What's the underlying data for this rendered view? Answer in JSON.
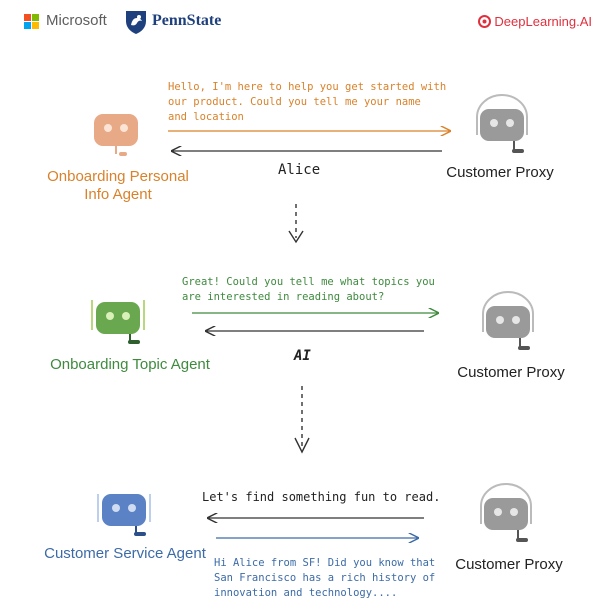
{
  "header": {
    "microsoft_label": "Microsoft",
    "pennstate_label": "PennState",
    "deeplearning_label": "DeepLearning.AI"
  },
  "colors": {
    "orange_agent": "#e8a986",
    "orange_text": "#d9822b",
    "green_agent": "#6aa84f",
    "green_text": "#3f8a3f",
    "blue_agent": "#5b82c4",
    "blue_text": "#3d6ba6",
    "proxy_gray": "#9a9a9a"
  },
  "rows": [
    {
      "agent_label": "Onboarding Personal\nInfo Agent",
      "agent_message": "Hello, I'm here to help you get started with\nour product.  Could you tell me your name\nand location",
      "proxy_label": "Customer Proxy",
      "proxy_reply": "Alice"
    },
    {
      "agent_label": "Onboarding Topic Agent",
      "agent_message": "Great! Could you tell me what topics you\nare interested in reading about?",
      "proxy_label": "Customer Proxy",
      "proxy_reply": "AI"
    },
    {
      "agent_label": "Customer Service Agent",
      "agent_message": "Hi Alice from SF! Did you know that\nSan Francisco has a rich history of\ninnovation and technology....",
      "proxy_label": "Customer Proxy",
      "proxy_reply": "Let's find something fun to read."
    }
  ]
}
